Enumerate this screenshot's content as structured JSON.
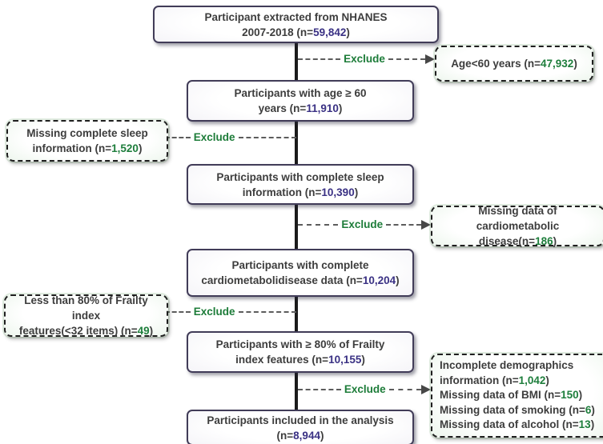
{
  "palette": {
    "main_number_color": "#3a3184",
    "exclude_number_color": "#1e7e3c",
    "exclude_label_color": "#1d7c39",
    "main_box_border": "#413c58",
    "exclude_box_border": "#1f1f1f",
    "exclude_box_fill": "#c5e2c6",
    "main_box_fill": "#dbd8e5"
  },
  "exclude_label": "Exclude",
  "main_boxes": [
    {
      "l1": "Participant extracted from NHANES",
      "l2pre": "2007-2018 (n=",
      "n": "59,842",
      "post": ")"
    },
    {
      "l1": "Participants with age ≥ 60",
      "l2pre": "years (n=",
      "n": "11,910",
      "post": ")"
    },
    {
      "l1": "Participants with complete sleep",
      "l2pre": "information (n=",
      "n": "10,390",
      "post": ")"
    },
    {
      "l1": "Participants with complete",
      "l2pre": "cardiometabolidisease data (n=",
      "n": "10,204",
      "post": ")"
    },
    {
      "l1": "Participants with ≥ 80% of Frailty",
      "l2pre": "index features (n=",
      "n": "10,155",
      "post": ")"
    },
    {
      "l1": "Participants included in the analysis",
      "l2pre": "(n=",
      "n": "8,944",
      "post": ")"
    }
  ],
  "exclude_boxes": {
    "age": {
      "pre": "Age<60 years (n=",
      "n": "47,932",
      "post": ")"
    },
    "sleep": {
      "l1": "Missing complete sleep",
      "l2pre": "information (n=",
      "n": "1,520",
      "post": ")"
    },
    "cardio": {
      "l1": "Missing data of cardiometabolic",
      "l2pre": "disease(n=",
      "n": "186",
      "post": ")"
    },
    "frailty": {
      "l1": "Less than 80% of Frailty index",
      "l2pre": "features(<32 items) (n=",
      "n": "49",
      "post": ")"
    },
    "covariates": {
      "lines": [
        {
          "pre": "Incomplete demographics information (n=",
          "n": "1,042",
          "post": ")"
        },
        {
          "pre": "Missing data of BMI (n=",
          "n": "150",
          "post": ")"
        },
        {
          "pre": "Missing data of smoking (n=",
          "n": "6",
          "post": ")"
        },
        {
          "pre": "Missing data of alcohol (n=",
          "n": "13",
          "post": ")"
        }
      ]
    }
  }
}
